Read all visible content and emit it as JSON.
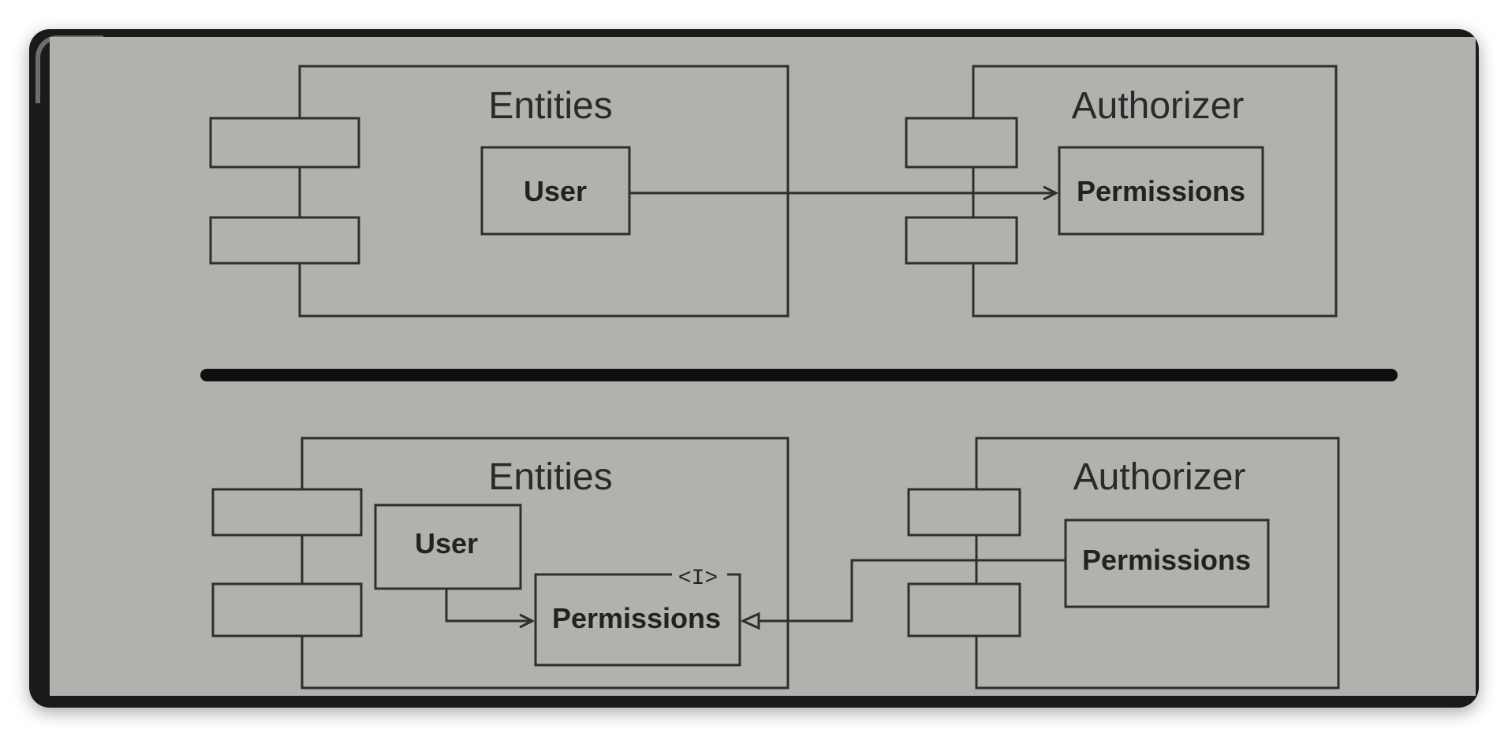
{
  "top": {
    "entities": {
      "title": "Entities",
      "user": "User"
    },
    "authorizer": {
      "title": "Authorizer",
      "permissions": "Permissions"
    }
  },
  "bottom": {
    "entities": {
      "title": "Entities",
      "user": "User",
      "permissions": "Permissions",
      "interface_marker": "<I>"
    },
    "authorizer": {
      "title": "Authorizer",
      "permissions": "Permissions"
    }
  },
  "colors": {
    "background": "#b1b1ad",
    "stroke": "#2e2e2e",
    "frame": "#1a1a1a",
    "divider": "#0f0f0f"
  }
}
